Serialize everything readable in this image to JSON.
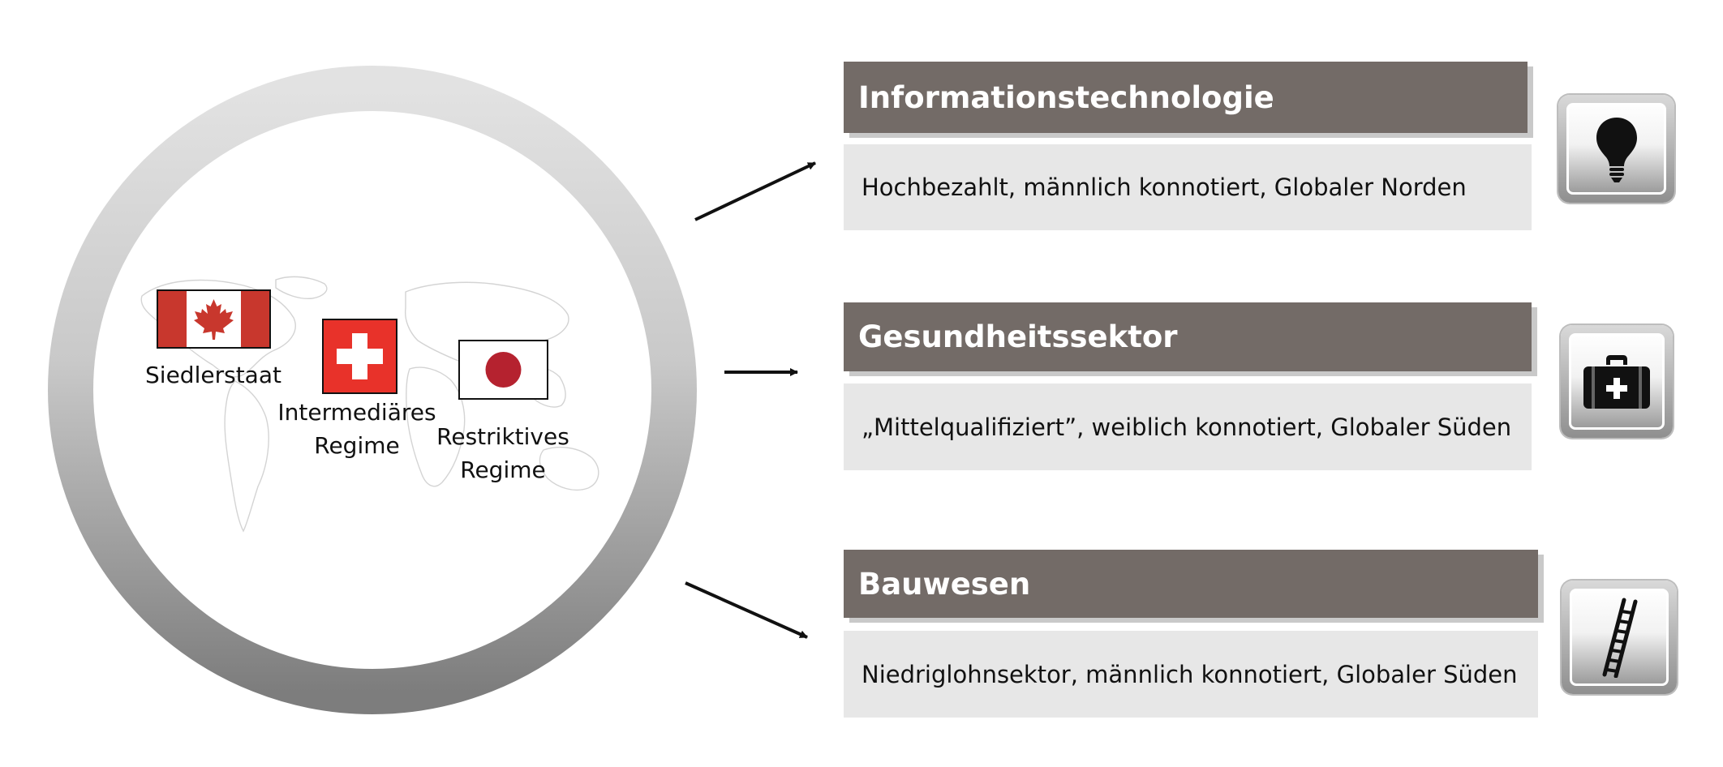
{
  "regimes": [
    {
      "label": "Siedlerstaat",
      "flag": "canada-flag"
    },
    {
      "label": "Intermediäres Regime",
      "line1": "Intermediäres",
      "line2": "Regime",
      "flag": "switzerland-flag"
    },
    {
      "label": "Restriktives Regime",
      "line1": "Restriktives",
      "line2": "Regime",
      "flag": "japan-flag"
    }
  ],
  "sectors": [
    {
      "title": "Informationstechnologie",
      "description": "Hochbezahlt, männlich konnotiert, Globaler Norden",
      "icon": "lightbulb-icon"
    },
    {
      "title": "Gesundheitssektor",
      "description": "„Mittelqualifiziert”, weiblich konnotiert, Globaler Süden",
      "icon": "first-aid-kit-icon"
    },
    {
      "title": "Bauwesen",
      "description": "Niedriglohnsektor, männlich konnotiert, Globaler Süden",
      "icon": "ladder-icon"
    }
  ],
  "colors": {
    "header_bg": "#736b67",
    "description_bg": "#e7e7e7",
    "canada_red": "#d52b1e",
    "switzerland_red": "#e8322a",
    "japan_red": "#b5222f",
    "arrow": "#111111"
  }
}
